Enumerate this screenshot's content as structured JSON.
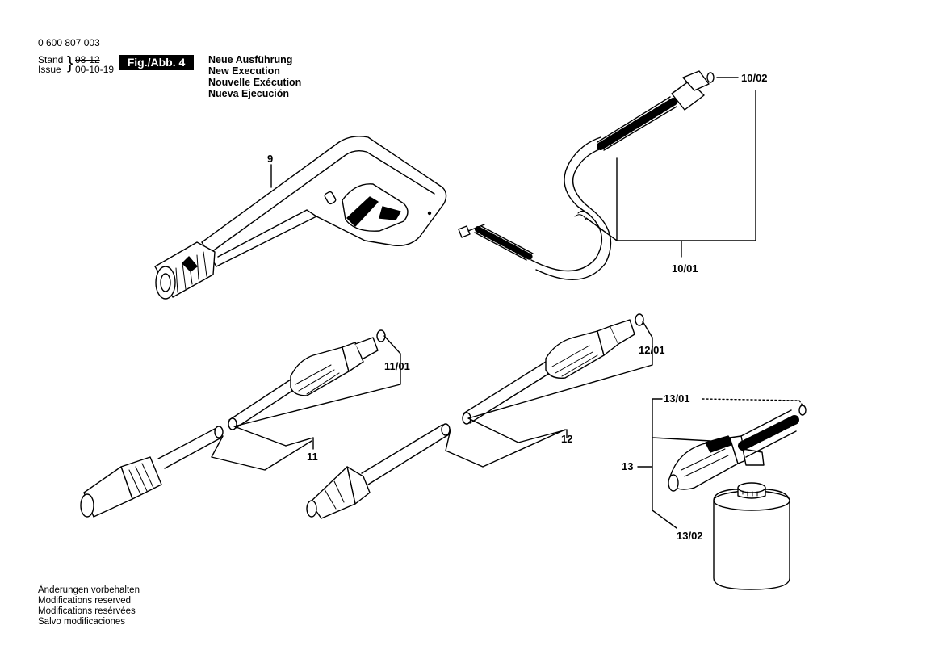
{
  "header": {
    "part_number": "0 600 807 003",
    "stand_label": "Stand",
    "issue_label": "Issue",
    "stand_value": "98-12",
    "issue_value": "00-10-19",
    "figure_label": "Fig./Abb. 4",
    "titles": [
      "Neue Ausführung",
      "New Execution",
      "Nouvelle Exécution",
      "Nueva Ejecución"
    ]
  },
  "callouts": {
    "c9": "9",
    "c10_01": "10/01",
    "c10_02": "10/02",
    "c11": "11",
    "c11_01": "11/01",
    "c12": "12",
    "c12_01": "12/01",
    "c13": "13",
    "c13_01": "13/01",
    "c13_02": "13/02"
  },
  "footer": [
    "Änderungen vorbehalten",
    "Modifications reserved",
    "Modifications resérvées",
    "Salvo modificaciones"
  ]
}
